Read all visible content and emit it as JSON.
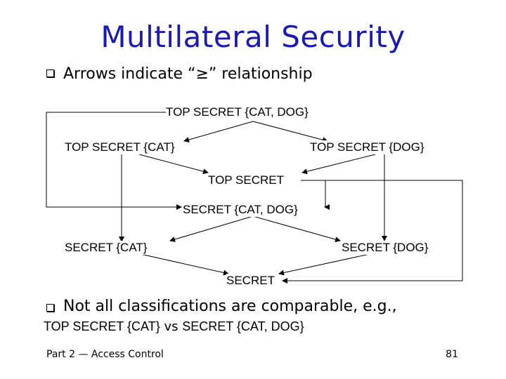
{
  "slide": {
    "title": "Multilateral Security",
    "bullet1": "Arrows indicate “≥” relationship",
    "bullet2": "Not all classifications are comparable, e.g.,",
    "example_part1": "TOP SECRET {CAT}",
    "example_vs": " vs ",
    "example_part2": "SECRET {CAT, DOG}"
  },
  "lattice": {
    "nodes": {
      "ts_cat_dog": "TOP SECRET {CAT, DOG}",
      "ts_cat": "TOP SECRET {CAT}",
      "ts_dog": "TOP SECRET {DOG}",
      "ts": "TOP SECRET",
      "s_cat_dog": "SECRET {CAT, DOG}",
      "s_cat": "SECRET {CAT}",
      "s_dog": "SECRET {DOG}",
      "s": "SECRET"
    }
  },
  "footer": {
    "left": "Part 2 — Access Control",
    "page": "81"
  }
}
